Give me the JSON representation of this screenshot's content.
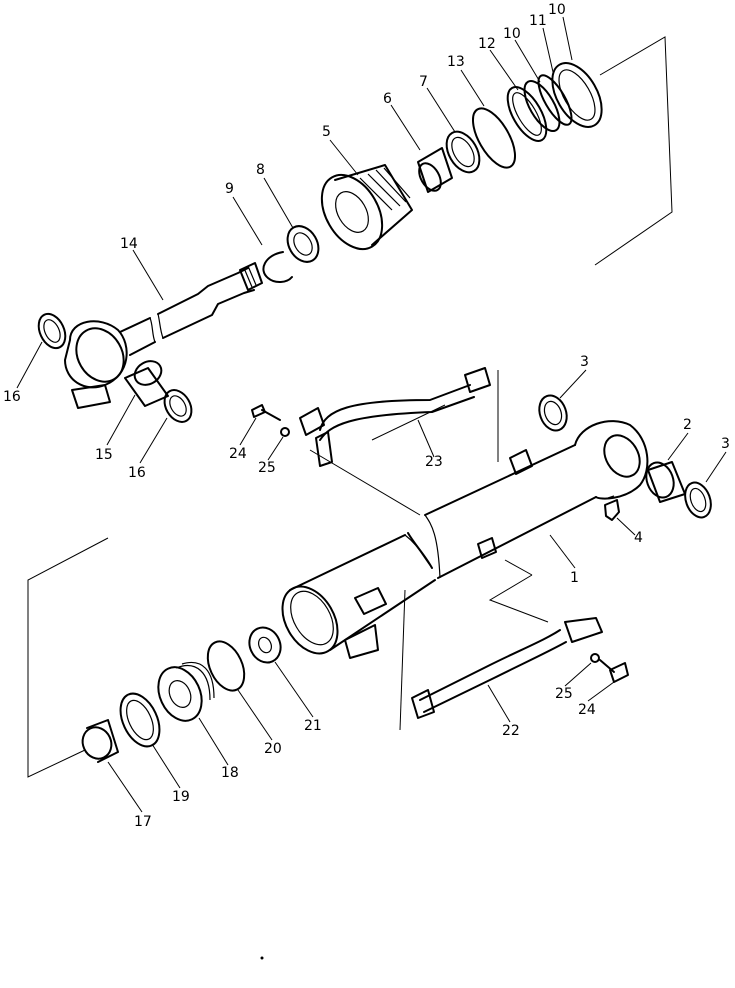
{
  "callouts": [
    {
      "id": "c10a",
      "label": "10"
    },
    {
      "id": "c11",
      "label": "11"
    },
    {
      "id": "c10b",
      "label": "10"
    },
    {
      "id": "c12",
      "label": "12"
    },
    {
      "id": "c13",
      "label": "13"
    },
    {
      "id": "c7",
      "label": "7"
    },
    {
      "id": "c6",
      "label": "6"
    },
    {
      "id": "c5",
      "label": "5"
    },
    {
      "id": "c8",
      "label": "8"
    },
    {
      "id": "c9",
      "label": "9"
    },
    {
      "id": "c14",
      "label": "14"
    },
    {
      "id": "c16a",
      "label": "16"
    },
    {
      "id": "c15",
      "label": "15"
    },
    {
      "id": "c16b",
      "label": "16"
    },
    {
      "id": "c3a",
      "label": "3"
    },
    {
      "id": "c2",
      "label": "2"
    },
    {
      "id": "c3b",
      "label": "3"
    },
    {
      "id": "c4",
      "label": "4"
    },
    {
      "id": "c1",
      "label": "1"
    },
    {
      "id": "c23",
      "label": "23"
    },
    {
      "id": "c24a",
      "label": "24"
    },
    {
      "id": "c25a",
      "label": "25"
    },
    {
      "id": "c25b",
      "label": "25"
    },
    {
      "id": "c24b",
      "label": "24"
    },
    {
      "id": "c22",
      "label": "22"
    },
    {
      "id": "c21",
      "label": "21"
    },
    {
      "id": "c20",
      "label": "20"
    },
    {
      "id": "c18",
      "label": "18"
    },
    {
      "id": "c19",
      "label": "19"
    },
    {
      "id": "c17",
      "label": "17"
    }
  ]
}
